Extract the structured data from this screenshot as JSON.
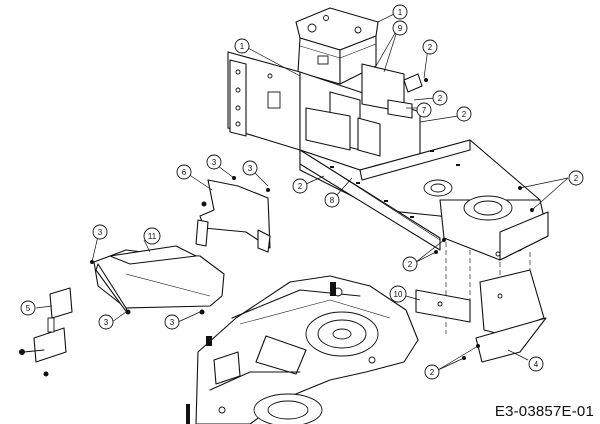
{
  "diagram": {
    "reference_code": "E3-03857E-01",
    "callouts": [
      {
        "key": "c1a",
        "label": "1"
      },
      {
        "key": "c9",
        "label": "9"
      },
      {
        "key": "c2a",
        "label": "2"
      },
      {
        "key": "c1b",
        "label": "1"
      },
      {
        "key": "c2b",
        "label": "2"
      },
      {
        "key": "c7",
        "label": "7"
      },
      {
        "key": "c2c",
        "label": "2"
      },
      {
        "key": "c3a",
        "label": "3"
      },
      {
        "key": "c3b",
        "label": "3"
      },
      {
        "key": "c6",
        "label": "6"
      },
      {
        "key": "c2d",
        "label": "2"
      },
      {
        "key": "c8",
        "label": "8"
      },
      {
        "key": "c2e",
        "label": "2"
      },
      {
        "key": "c3c",
        "label": "3"
      },
      {
        "key": "c11",
        "label": "11"
      },
      {
        "key": "c2f",
        "label": "2"
      },
      {
        "key": "c10",
        "label": "10"
      },
      {
        "key": "c5",
        "label": "5"
      },
      {
        "key": "c3d",
        "label": "3"
      },
      {
        "key": "c3e",
        "label": "3"
      },
      {
        "key": "c4",
        "label": "4"
      },
      {
        "key": "c2g",
        "label": "2"
      }
    ]
  }
}
